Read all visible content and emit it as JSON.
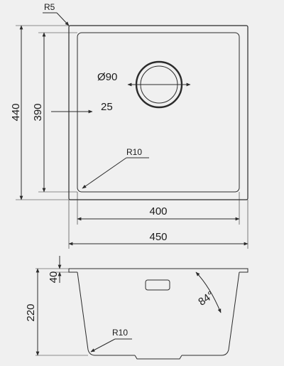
{
  "top_view": {
    "corner_outer_radius": "R5",
    "outer_height": "440",
    "inner_height": "390",
    "drain_diameter": "Ø90",
    "wall_offset": "25",
    "corner_inner_radius": "R10",
    "inner_width": "400",
    "outer_width": "450"
  },
  "side_view": {
    "rim_height": "40",
    "total_depth": "220",
    "wall_angle": "84°",
    "bottom_radius": "R10"
  },
  "colors": {
    "line": "#2b2b2b",
    "background": "#f0f0f0"
  }
}
